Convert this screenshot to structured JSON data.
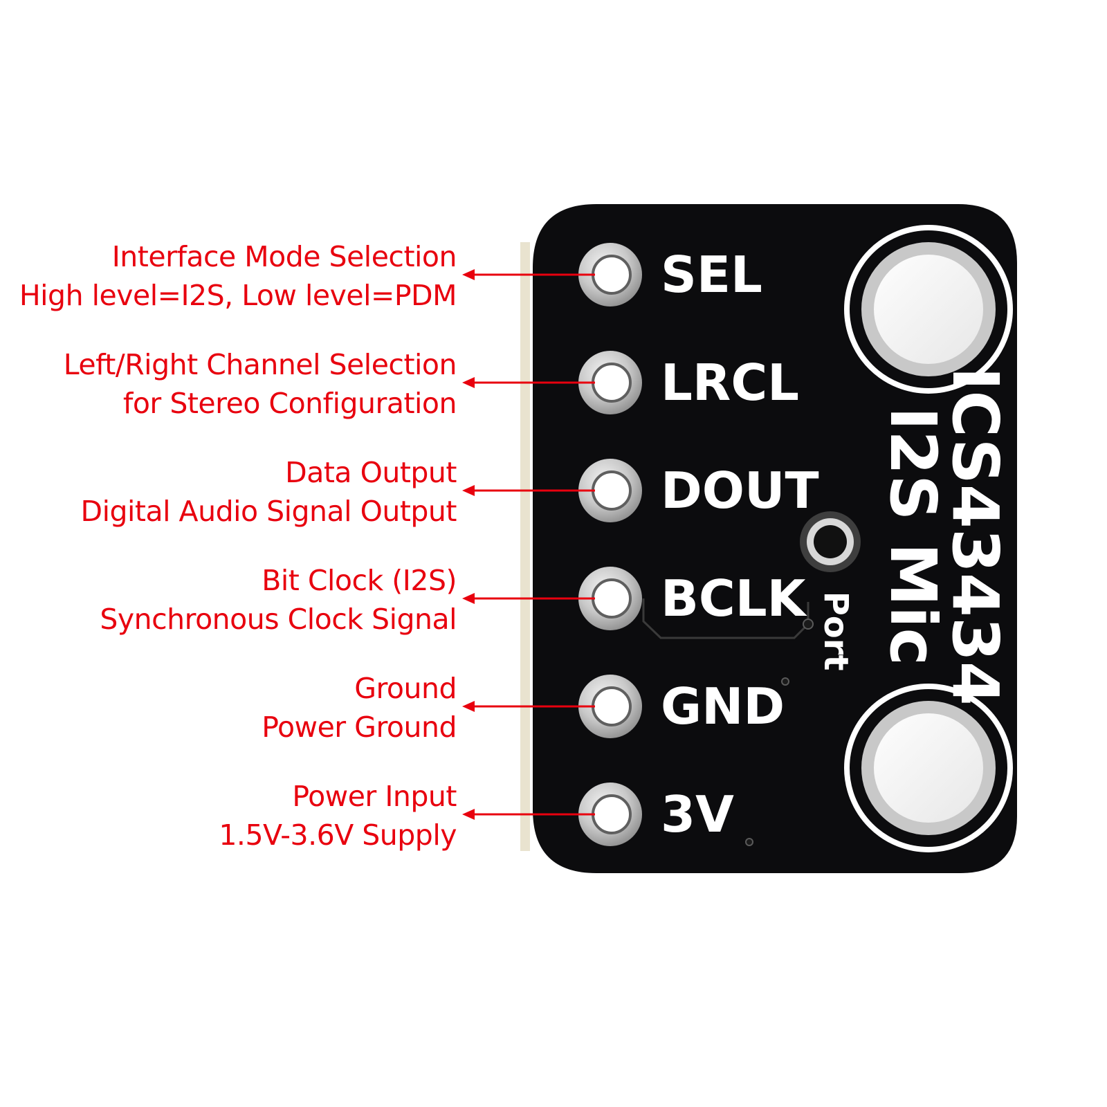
{
  "pins": [
    {
      "name": "SEL",
      "line1": "Interface Mode Selection",
      "line2": "High level=I2S, Low level=PDM"
    },
    {
      "name": "LRCL",
      "line1": "Left/Right Channel Selection",
      "line2": "for Stereo Configuration"
    },
    {
      "name": "DOUT",
      "line1": "Data Output",
      "line2": "Digital Audio Signal Output"
    },
    {
      "name": "BCLK",
      "line1": "Bit Clock (I2S)",
      "line2": "Synchronous Clock Signal"
    },
    {
      "name": "GND",
      "line1": "Ground",
      "line2": "Power Ground"
    },
    {
      "name": "3V",
      "line1": "Power Input",
      "line2": "1.5V-3.6V Supply"
    }
  ],
  "board": {
    "chip_label": "ICS43434",
    "mic_label": "I2S Mic",
    "port_label": "Port"
  },
  "colors": {
    "annotation": "#e8000e",
    "pcb": "#0c0c0e",
    "silkscreen": "#ffffff",
    "pad_metal": "#c9c9c9"
  }
}
